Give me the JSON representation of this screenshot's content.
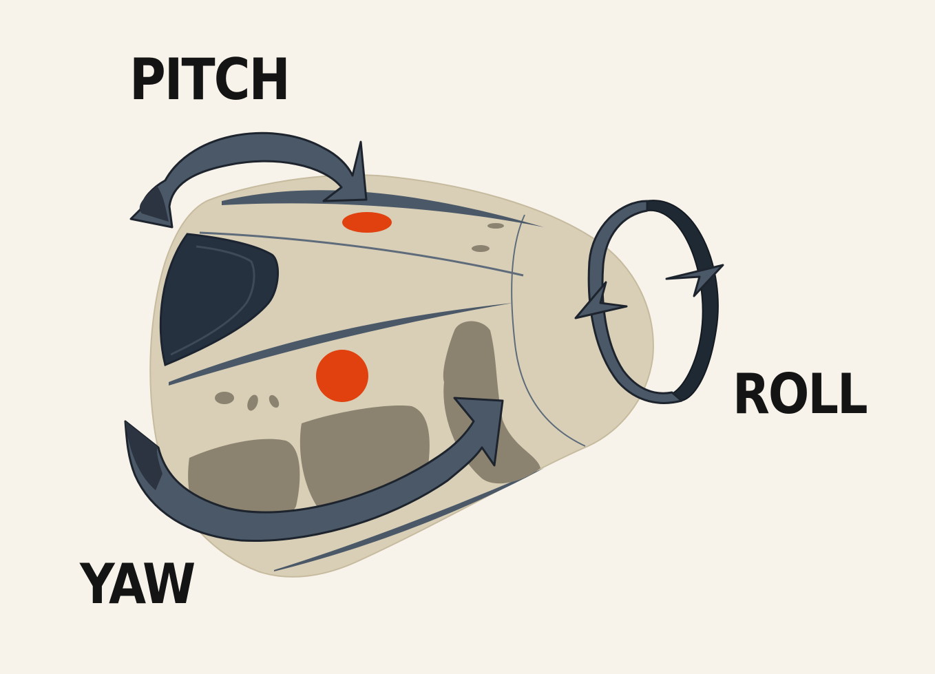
{
  "labels": {
    "pitch": "PITCH",
    "roll": "ROLL",
    "yaw": "YAW"
  },
  "colors": {
    "background": "#f8f3ea",
    "capsule_body": "#d9cfb6",
    "capsule_dark": "#263140",
    "panel_shadow": "#8b8370",
    "indicator_light": "#e0410e",
    "arrow_fill": "#4a5868",
    "arrow_outline": "#1d242d"
  }
}
